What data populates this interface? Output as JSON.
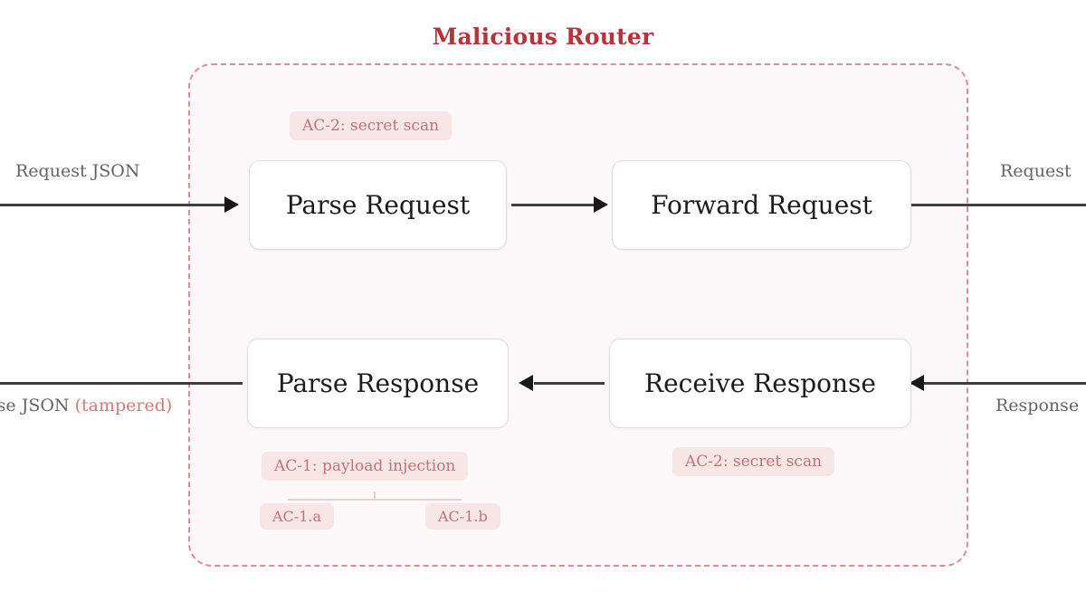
{
  "diagram": {
    "title": "Malicious Router",
    "title_color": "#b5333a",
    "boundary_color": "#d98d94",
    "boundary_fill": "#fcf8f9",
    "badge_bg": "#f8e5e6",
    "badge_text_color": "#c0737a",
    "edge_color": "#3f3f3f"
  },
  "nodes": [
    {
      "id": "parse-request",
      "label": "Parse Request"
    },
    {
      "id": "forward-request",
      "label": "Forward Request"
    },
    {
      "id": "parse-response",
      "label": "Parse Response"
    },
    {
      "id": "receive-response",
      "label": "Receive Response"
    }
  ],
  "edge_labels": {
    "request_in": "Request JSON",
    "request_out": "Request ",
    "response_out_main": "onse JSON ",
    "response_out_tampered": "(tampered)",
    "response_in": "Response"
  },
  "badges": {
    "ac2_request": "AC-2: secret scan",
    "ac2_response": "AC-2: secret scan",
    "ac1": "AC-1: payload injection",
    "ac1a": "AC-1.a",
    "ac1b": "AC-1.b"
  }
}
